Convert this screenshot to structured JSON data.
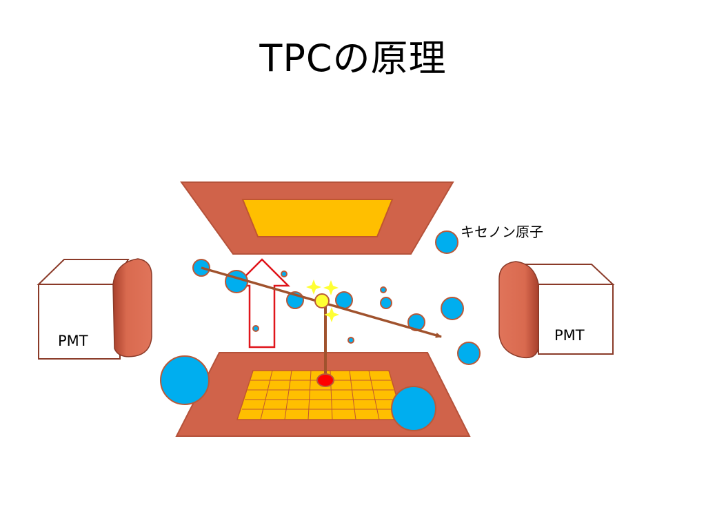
{
  "title": "TPCの原理",
  "labels": {
    "xenon_atom": "キセノン原子",
    "pmt_left": "PMT",
    "pmt_right": "PMT"
  },
  "colors": {
    "plate": "#d0634a",
    "plate_stroke": "#8a3a28",
    "readout": "#ffbf00",
    "atom": "#00aeef",
    "atom_stroke": "#b85a3a",
    "track": "#a0522d",
    "arrow": "#e0151b",
    "scintillation": "#ffff33",
    "hit": "#ff0000",
    "pmt_outline": "#8a3a28"
  }
}
